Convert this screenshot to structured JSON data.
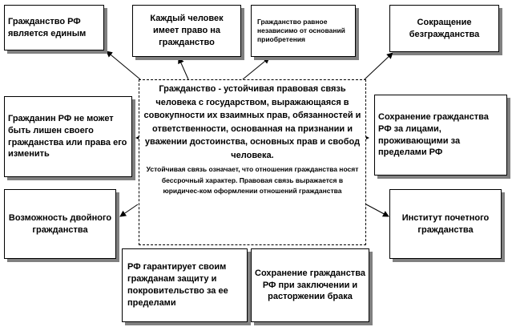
{
  "diagram": {
    "central": {
      "main": "Гражданство - устойчивая правовая связь человека с государством, выражающаяся в совокупности их взаимных прав, обязанностей и ответственности, основанная на признании и уважении достоинства, основных прав и свобод человека.",
      "note": "Устойчивая связь означает, что отношения гражданства носят бессрочный характер. Правовая связь выражается в юридичес-ком оформлении отношений гражданства"
    },
    "boxes": {
      "unified": "Гражданство РФ является единым",
      "everyone": "Каждый человек имеет право на гражданство",
      "equal": "Гражданство равное независимо от оснований приобретения",
      "statelessness": "Сокращение безгражданства",
      "not_deprived": "Гражданин РФ не может быть лишен своего гражданства или права его изменить",
      "preservation_abroad": "Сохранение гражданства РФ за лицами, проживающими за пределами РФ",
      "dual": "Возможность двойного гражданства",
      "honorary": "Институт почетного гражданства",
      "protection": "РФ гарантирует своим гражданам защиту и покровительство за ее пределами",
      "marriage": "Сохранение гражданства РФ при заключении и расторжении брака"
    }
  }
}
